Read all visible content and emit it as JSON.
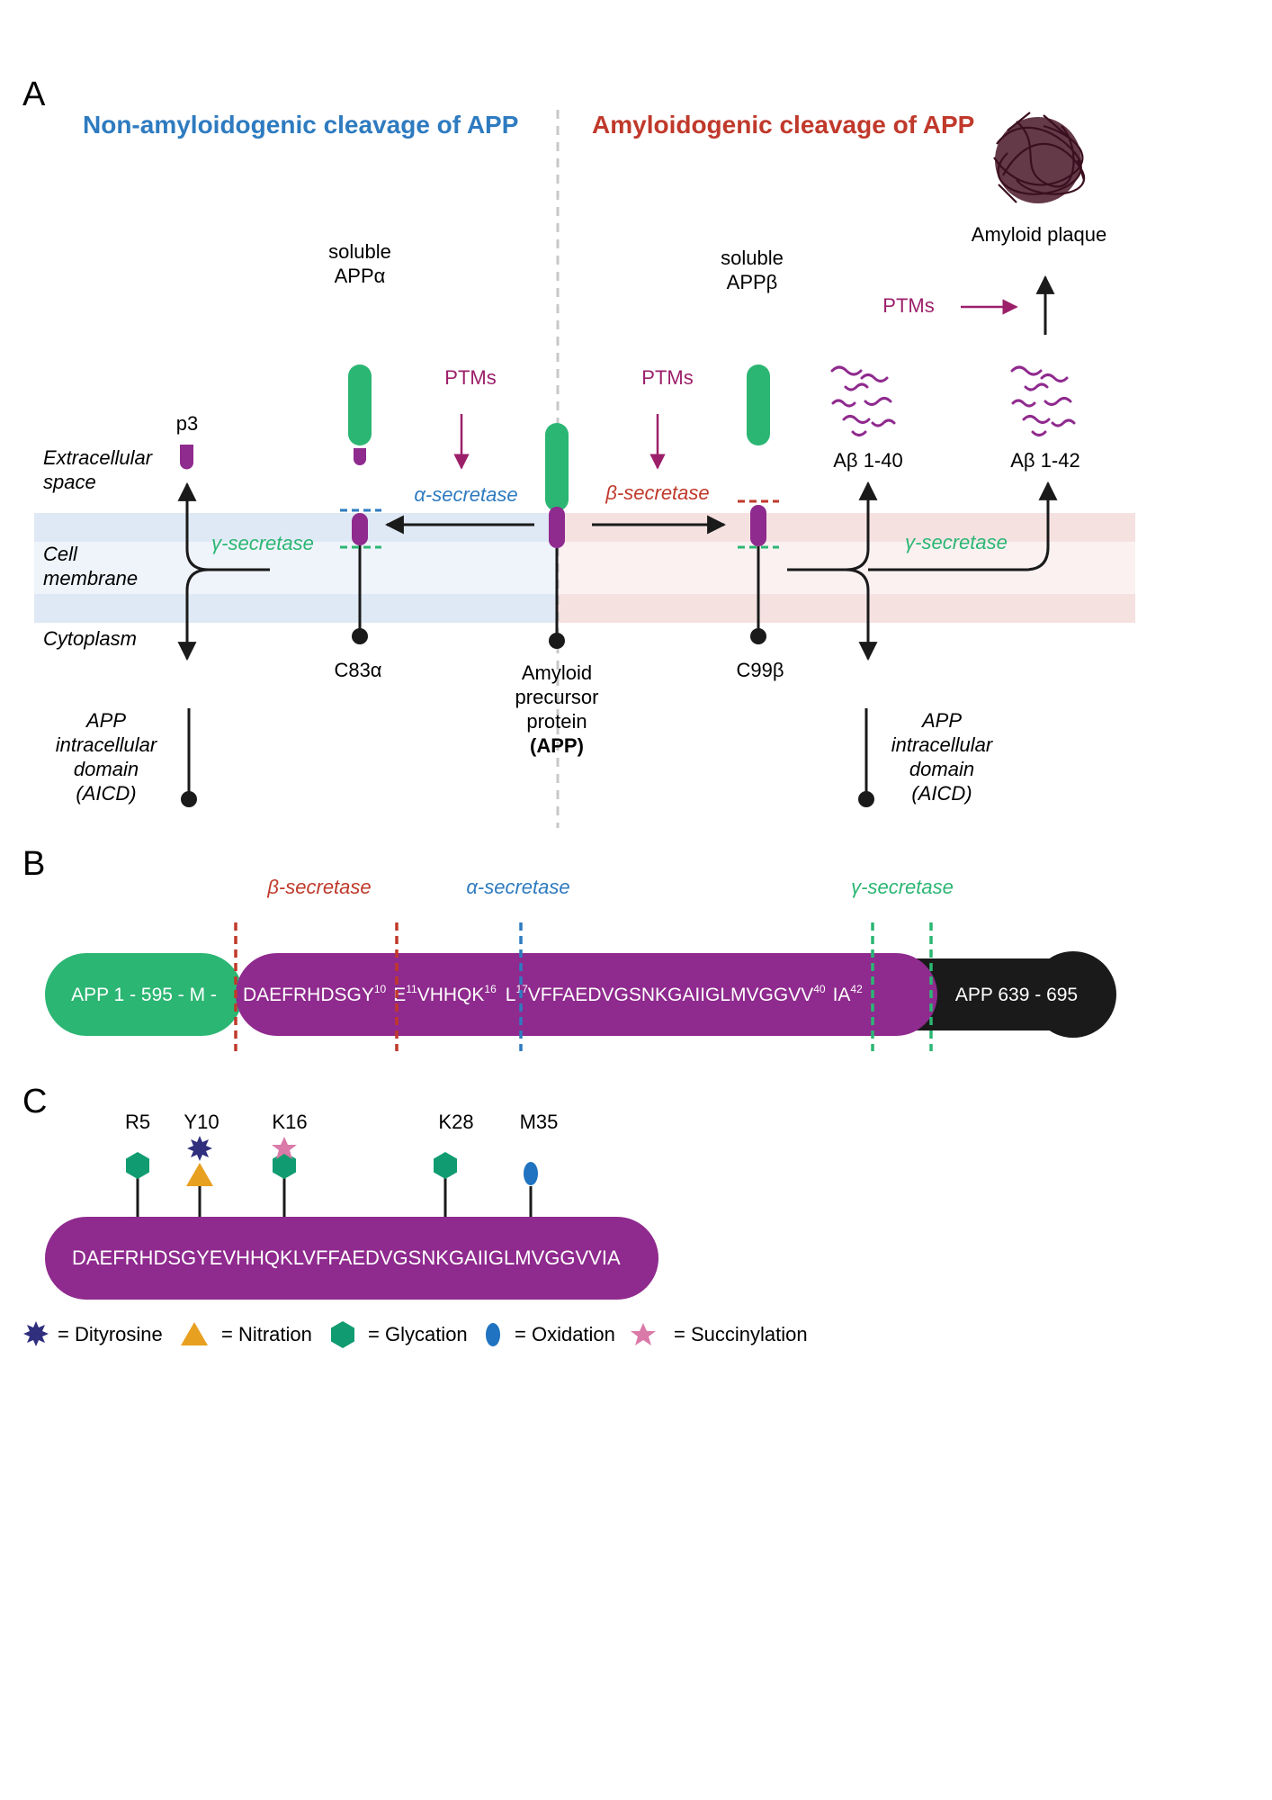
{
  "panel_a": {
    "label": "A",
    "title_left": "Non-amyloidogenic cleavage of APP",
    "title_right": "Amyloidogenic cleavage of APP",
    "amyloid_plaque": "Amyloid plaque",
    "soluble_alpha_line1": "soluble",
    "soluble_alpha_line2": "APPα",
    "soluble_beta_line1": "soluble",
    "soluble_beta_line2": "APPβ",
    "ptms_left": "PTMs",
    "ptms_center": "PTMs",
    "ptms_right": "PTMs",
    "p3": "p3",
    "ab40": "Aβ 1-40",
    "ab42": "Aβ 1-42",
    "extracellular_line1": "Extracellular",
    "extracellular_line2": "space",
    "membrane_line1": "Cell",
    "membrane_line2": "membrane",
    "cytoplasm": "Cytoplasm",
    "alpha_secretase": "α-secretase",
    "beta_secretase": "β-secretase",
    "gamma_secretase_left": "γ-secretase",
    "gamma_secretase_right": "γ-secretase",
    "c83": "C83α",
    "c99": "C99β",
    "app_line1": "Amyloid",
    "app_line2": "precursor",
    "app_line3": "protein",
    "app_line4": "(APP)",
    "aicd_line1": "APP",
    "aicd_line2": "intracellular",
    "aicd_line3": "domain",
    "aicd_line4": "(AICD)"
  },
  "panel_b": {
    "label": "B",
    "beta_secretase": "β-secretase",
    "alpha_secretase": "α-secretase",
    "gamma_secretase": "γ-secretase",
    "left_segment": "APP 1 - 595 - M -",
    "seq_1": "DAEFRHDSGY",
    "sup_1": "10",
    "seq_2": "E",
    "sup_2": "11",
    "seq_3": "VHHQK",
    "sup_3": "16",
    "seq_4": "L",
    "sup_4": "17",
    "seq_5": "VFFAEDVGSNKGAIIGLMVGGVV",
    "sup_5": "40",
    "seq_6": "IA",
    "sup_6": "42",
    "right_segment": "APP 639 - 695"
  },
  "panel_c": {
    "label": "C",
    "sites": [
      "R5",
      "Y10",
      "K16",
      "K28",
      "M35"
    ],
    "sequence": "DAEFRHDSGYEVHHQKLVFFAEDVGSNKGAIIGLMVGGVVIA",
    "legend": [
      {
        "key": "dityrosine",
        "label": "= Dityrosine",
        "color": "#2f2f7e"
      },
      {
        "key": "nitration",
        "label": "= Nitration",
        "color": "#e8a020"
      },
      {
        "key": "glycation",
        "label": "= Glycation",
        "color": "#109c70"
      },
      {
        "key": "oxidation",
        "label": "= Oxidation",
        "color": "#1f73c0"
      },
      {
        "key": "succinylation",
        "label": "= Succinylation",
        "color": "#d97aa8"
      }
    ]
  },
  "colors": {
    "purple": "#8f2a8e",
    "green": "#2bb673",
    "blue_title": "#2e7bc0",
    "red_title": "#c0392b",
    "ptm": "#9c1f6a"
  }
}
